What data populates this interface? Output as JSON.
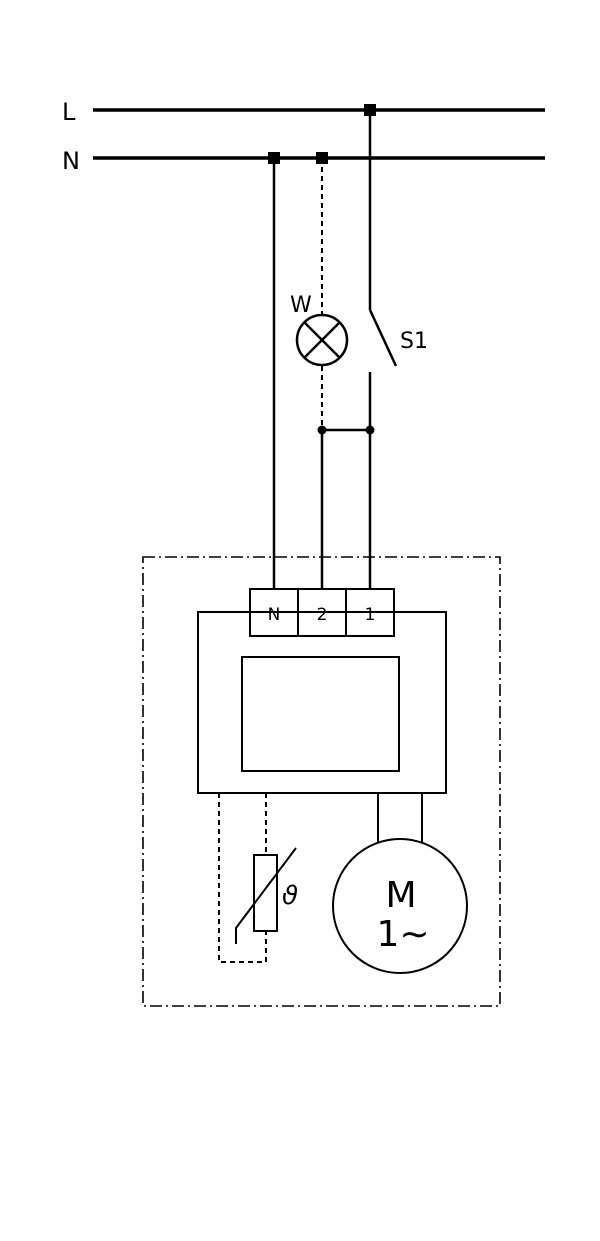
{
  "labels": {
    "line_l": "L",
    "line_n": "N",
    "lamp": "W",
    "switch": "S1",
    "terminal_n": "N",
    "terminal_2": "2",
    "terminal_1": "1",
    "motor_m": "M",
    "motor_phase": "1∼",
    "thermistor_symbol": "ϑ"
  }
}
